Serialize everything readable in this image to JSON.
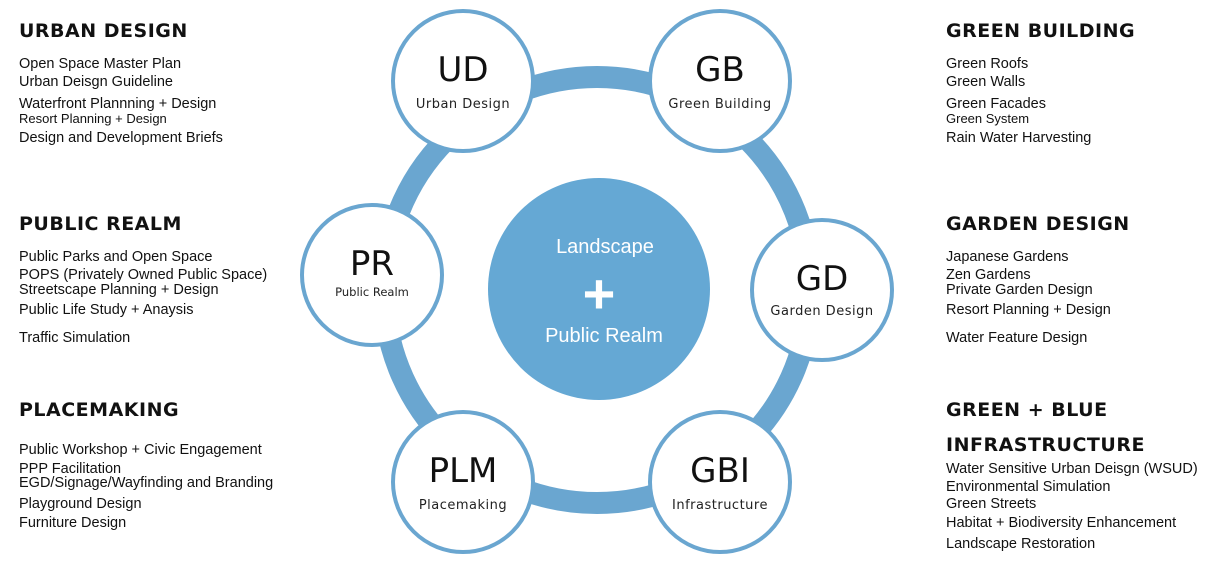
{
  "colors": {
    "ring": "#6aa6d0",
    "center": "#65a8d4",
    "circle_stroke": "#6aa6d0",
    "text": "#111111"
  },
  "center": {
    "line1": "Landscape",
    "plus": "+",
    "line2": "Public Realm"
  },
  "nodes": [
    {
      "abbr": "UD",
      "label": "Urban Design"
    },
    {
      "abbr": "GB",
      "label": "Green Building"
    },
    {
      "abbr": "GD",
      "label": "Garden Design"
    },
    {
      "abbr": "GBI",
      "label": "Infrastructure"
    },
    {
      "abbr": "PLM",
      "label": "Placemaking"
    },
    {
      "abbr": "PR",
      "label": "Public Realm"
    }
  ],
  "left_sections": [
    {
      "title": "URBAN DESIGN",
      "items": [
        "Open Space Master Plan",
        "Urban Deisgn Guideline",
        "Waterfront Plannning + Design",
        "Resort Planning + Design",
        "Design and Development Briefs"
      ]
    },
    {
      "title": "PUBLIC REALM",
      "items": [
        "Public Parks and Open Space",
        "POPS (Privately Owned Public Space)",
        "Streetscape Planning + Design",
        "Public Life Study + Anaysis",
        "Traffic Simulation"
      ]
    },
    {
      "title": "PLACEMAKING",
      "items": [
        "Public Workshop + Civic Engagement",
        "PPP Facilitation",
        "EGD/Signage/Wayfinding and Branding",
        "Playground Design",
        "Furniture Design"
      ]
    }
  ],
  "right_sections": [
    {
      "title": "GREEN BUILDING",
      "items": [
        "Green Roofs",
        "Green Walls",
        "Green Facades",
        "Green System",
        "Rain Water Harvesting"
      ]
    },
    {
      "title": "GARDEN DESIGN",
      "items": [
        "Japanese Gardens",
        "Zen Gardens",
        "Private Garden Design",
        "Resort Planning + Design",
        "Water Feature Design"
      ]
    },
    {
      "title_line1": "GREEN + BLUE",
      "title_line2": "INFRASTRUCTURE",
      "items": [
        "Water Sensitive Urban Deisgn (WSUD)",
        "Environmental Simulation",
        "Green Streets",
        "Habitat + Biodiversity Enhancement",
        "Landscape Restoration"
      ]
    }
  ]
}
